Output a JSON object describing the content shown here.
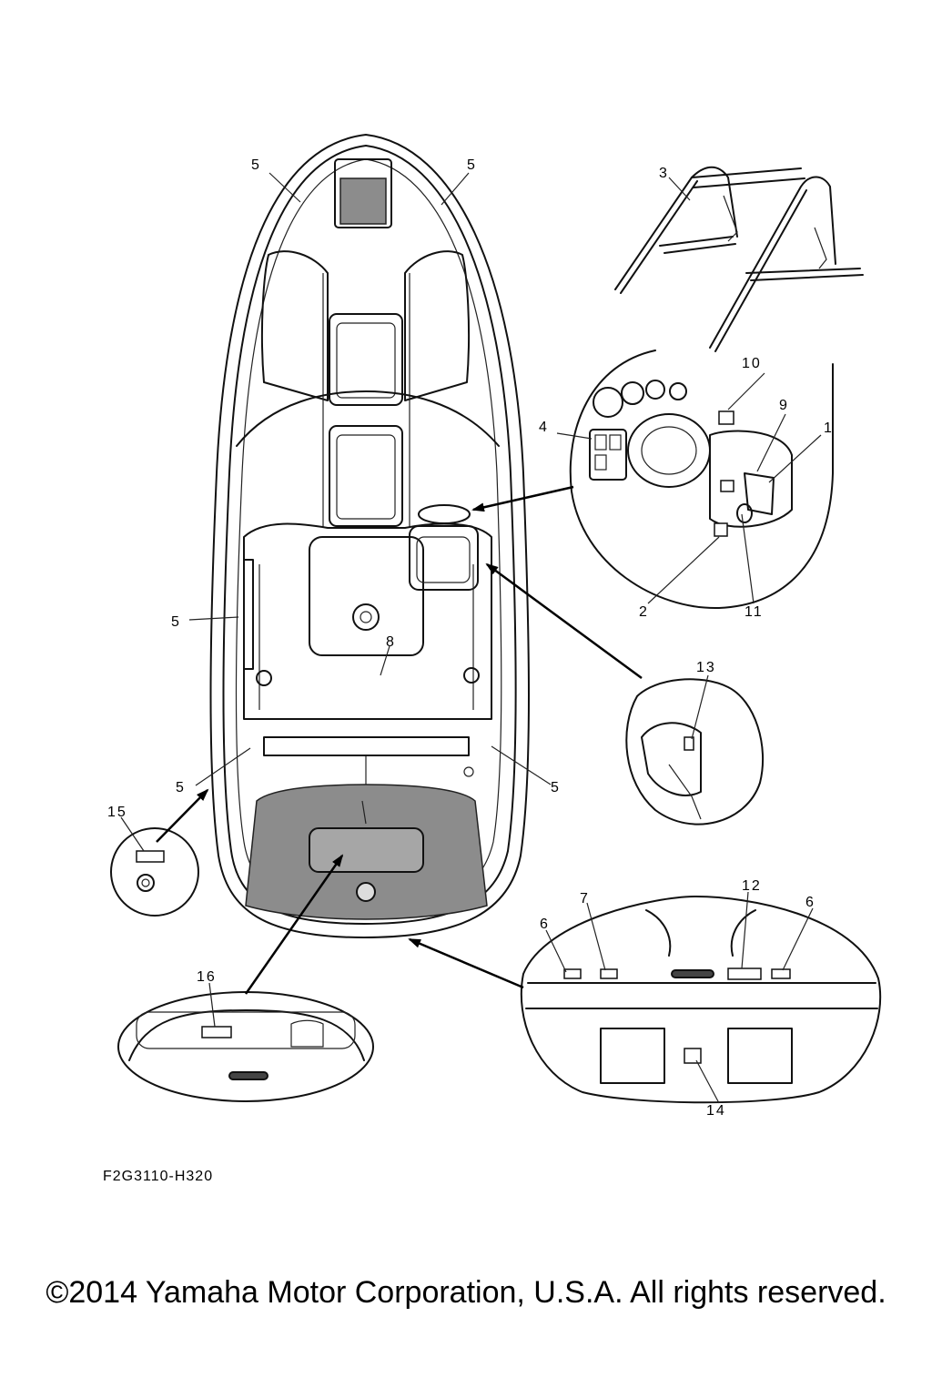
{
  "callouts": [
    "1",
    "2",
    "3",
    "4",
    "5",
    "6",
    "7",
    "8",
    "9",
    "10",
    "11",
    "12",
    "13",
    "14",
    "15",
    "16"
  ],
  "part_code": "F2G3110-H320",
  "copyright": "©2014 Yamaha Motor Corporation, U.S.A. All rights reserved."
}
